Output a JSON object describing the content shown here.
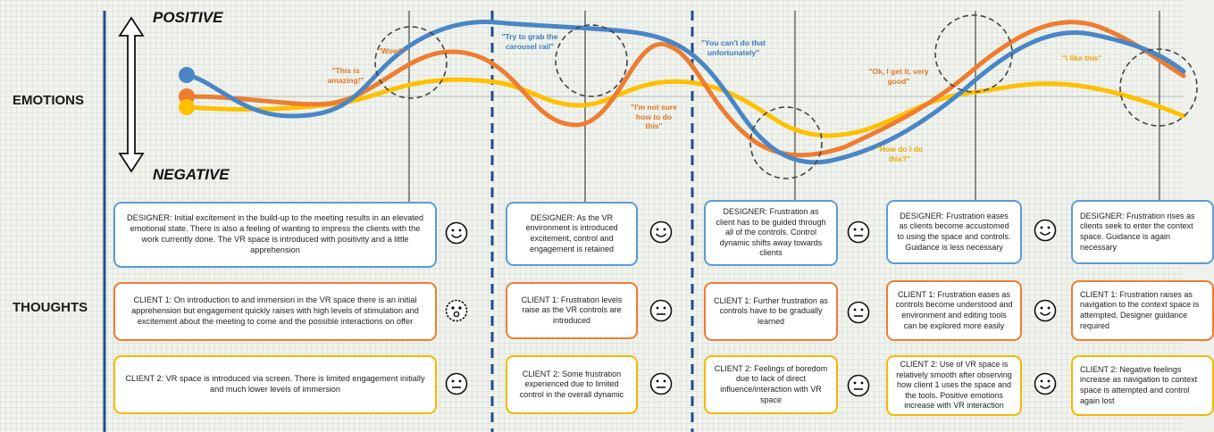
{
  "labels": {
    "emotions": "EMOTIONS",
    "thoughts": "THOUGHTS",
    "positive": "POSITIVE",
    "negative": "NEGATIVE"
  },
  "colors": {
    "designer": "#4a86c5",
    "client1": "#ed7d31",
    "client2": "#ffc000",
    "divider": "#1f4e8c"
  },
  "quotes": [
    {
      "text": "\"This is amazing!\"",
      "color": "orange"
    },
    {
      "text": "\"Wow!\"",
      "color": "orange"
    },
    {
      "text": "\"Try to grab the carousel rail\"",
      "color": "blue"
    },
    {
      "text": "\"I'm not sure how to do this\"",
      "color": "orange"
    },
    {
      "text": "\"You can't do that unfortunately\"",
      "color": "blue"
    },
    {
      "text": "\"Ok, I get it, very good\"",
      "color": "orange"
    },
    {
      "text": "\"How do I do this?\"",
      "color": "yellow"
    },
    {
      "text": "\"I like this\"",
      "color": "yellow"
    }
  ],
  "stages": [
    {
      "designer": "DESIGNER: Initial excitement in the build-up to the meeting results in an elevated emotional state. There is also a feeling of wanting to impress the clients with the work currently done. The VR space is introduced with positivity and a little apprehension",
      "client1": "CLIENT 1: On introduction to and immersion in the VR space there is an initial apprehension but engagement quickly raises with high levels of stimulation and excitement about the meeting to come and the possible interactions on offer",
      "client2": "CLIENT 2: VR space is introduced via screen. There is limited engagement initially and much lower levels of immersion",
      "faces": [
        "smile",
        "surprised",
        "neutral"
      ]
    },
    {
      "designer": "DESIGNER: As the VR environment is introduced excitement, control and engagement is retained",
      "client1": "CLIENT 1: Frustration levels raise as the VR controls are introduced",
      "client2": "CLIENT 2: Some frustration experienced due to limited control in the overall dynamic",
      "faces": [
        "smile",
        "neutral",
        "neutral"
      ]
    },
    {
      "designer": "DESIGNER: Frustration as client has to be guided through all of the controls. Control dynamic shifts away towards clients",
      "client1": "CLIENT 1: Further frustration as controls have to be gradually learned",
      "client2": "CLIENT 2: Feelings of boredom due to lack of direct influence/interaction with VR space",
      "faces": [
        "neutral",
        "neutral",
        "neutral"
      ]
    },
    {
      "designer": "DESIGNER: Frustration eases as clients become accustomed to using the space and controls. Guidance is less necessary",
      "client1": "CLIENT 1: Frustration eases as controls become understood and environment and editing tools can be explored more easily",
      "client2": "CLIENT 2: Use of VR space is relatively smooth after observing how client 1 uses the space and the tools. Positive emotions increase with VR interaction",
      "faces": [
        "smile",
        "smile",
        "smile"
      ]
    },
    {
      "designer": "DESIGNER: Frustration rises as clients seek to enter the context space. Guidance is again necessary",
      "client1": "CLIENT 1: Frustration raises as navigation to the context space is attempted. Designer guidance required",
      "client2": "CLIENT 2: Negative feelings increase as navigation to context space is attempted and control again lost",
      "faces": [],
      "cropped": true
    }
  ]
}
